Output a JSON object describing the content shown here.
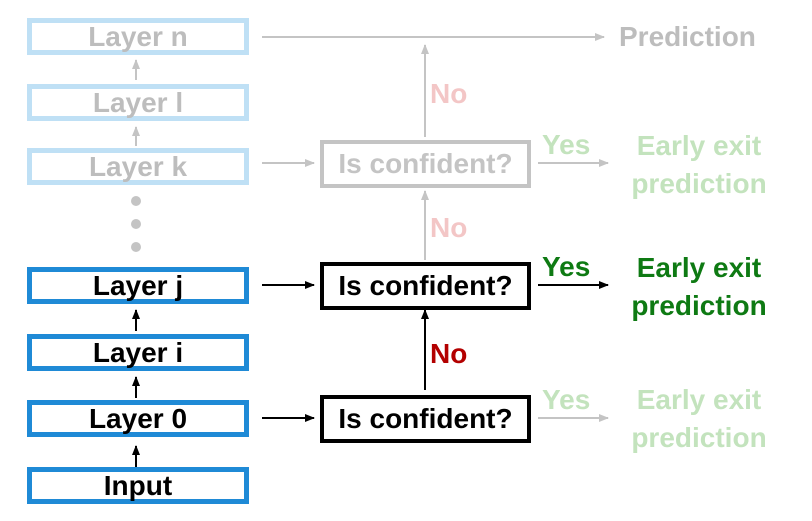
{
  "layers": {
    "n": "Layer n",
    "l": "Layer l",
    "k": "Layer k",
    "j": "Layer j",
    "i": "Layer i",
    "zero": "Layer 0",
    "input": "Input"
  },
  "checks": {
    "top": "Is confident?",
    "middle": "Is confident?",
    "bottom": "Is confident?"
  },
  "labels": {
    "yes": "Yes",
    "no": "No"
  },
  "results": {
    "final": "Prediction",
    "early_line1": "Early exit",
    "early_line2": "prediction"
  },
  "colors": {
    "layer_border": "#1f8ad6",
    "layer_border_faded": "#bfe0f5",
    "active_green": "#0e7a13",
    "faded_green": "#c3e3bd",
    "active_red": "#b30000",
    "faded_red": "#f3c6c6",
    "faded_gray": "#c4c4c4"
  }
}
